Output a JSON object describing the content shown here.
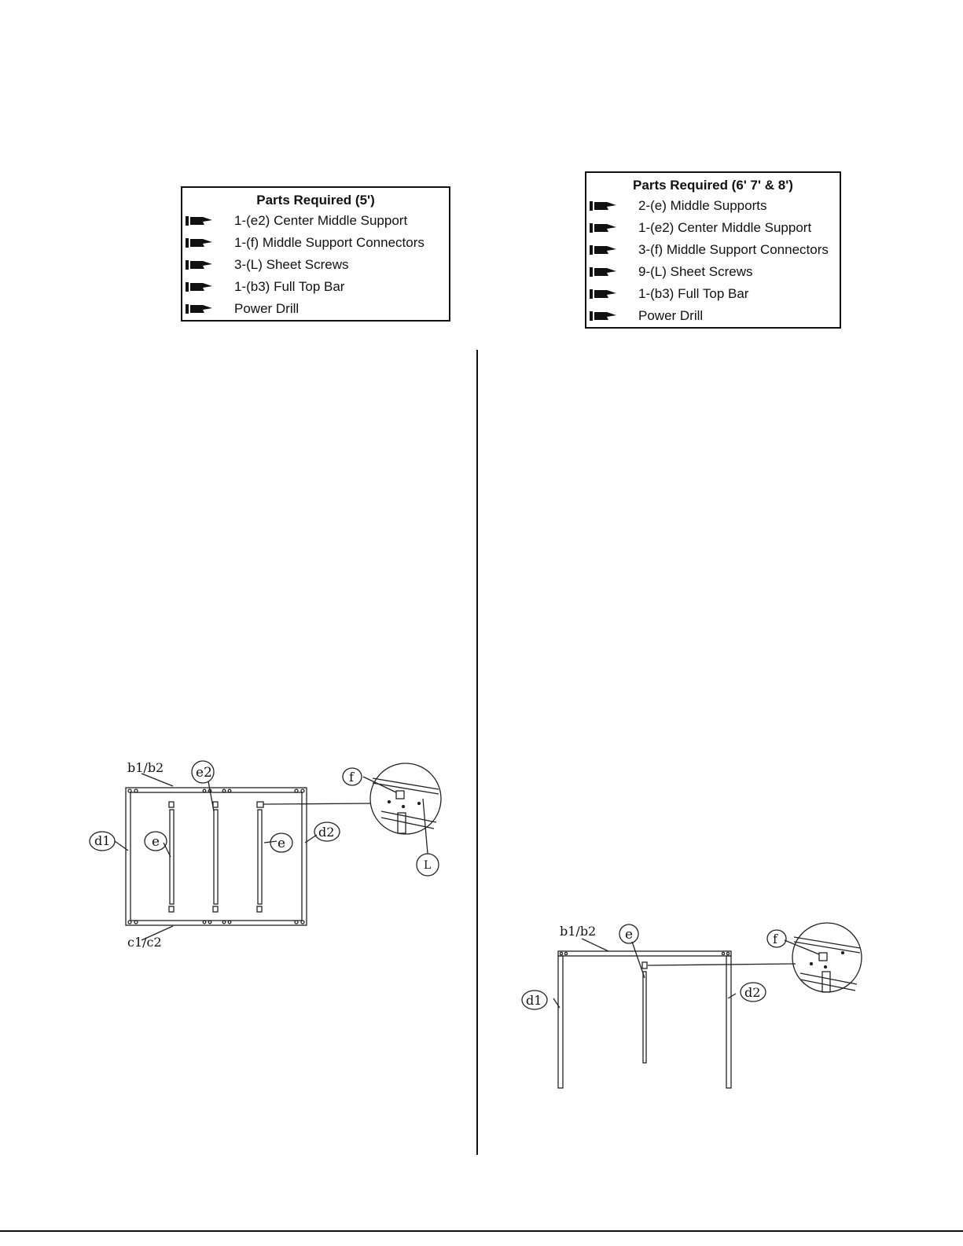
{
  "parts_5ft": {
    "title": "Parts Required (5')",
    "items": [
      "1-(e2) Center Middle Support",
      "1-(f) Middle Support Connectors",
      "3-(L) Sheet Screws",
      "1-(b3) Full Top Bar",
      "Power Drill"
    ]
  },
  "parts_678ft": {
    "title": "Parts Required (6' 7' & 8')",
    "items": [
      "2-(e) Middle Supports",
      "1-(e2) Center Middle Support",
      "3-(f) Middle Support Connectors",
      "9-(L) Sheet Screws",
      "1-(b3) Full Top Bar",
      "Power Drill"
    ]
  },
  "bullet_icon": "pointing-hand-icon",
  "diagram_left": {
    "labels": {
      "top_bar": "b1/b2",
      "center_support": "e2",
      "left_side": "d1",
      "right_side": "d2",
      "support_left": "e",
      "support_right": "e",
      "bottom_bar": "c1/c2",
      "connector": "f",
      "screw": "L"
    }
  },
  "diagram_right": {
    "labels": {
      "top_bar": "b1/b2",
      "support": "e",
      "left_side": "d1",
      "right_side": "d2",
      "connector": "f"
    }
  }
}
